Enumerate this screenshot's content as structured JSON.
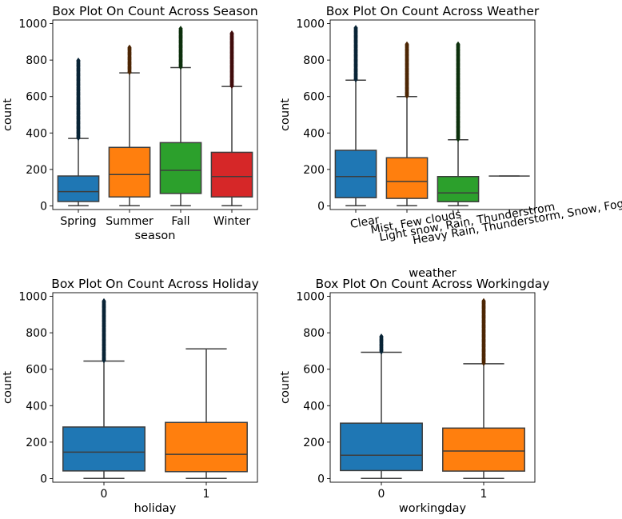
{
  "chart_data": [
    {
      "type": "box",
      "title": "Box Plot On Count Across Season",
      "xlabel": "season",
      "ylabel": "count",
      "ylim": [
        -20,
        1020
      ],
      "yticks": [
        0,
        200,
        400,
        600,
        800,
        1000
      ],
      "categories": [
        "Spring",
        "Summer",
        "Fall",
        "Winter"
      ],
      "colors": [
        "#1f77b4",
        "#ff7f0e",
        "#2ca02c",
        "#d62728"
      ],
      "boxes": [
        {
          "min": 1,
          "q1": 24,
          "median": 78,
          "q3": 164,
          "max": 370,
          "outliers_from": 372,
          "outliers_to": 801
        },
        {
          "min": 1,
          "q1": 49,
          "median": 172,
          "q3": 321,
          "max": 730,
          "outliers_from": 733,
          "outliers_to": 873
        },
        {
          "min": 1,
          "q1": 68,
          "median": 195,
          "q3": 347,
          "max": 759,
          "outliers_from": 762,
          "outliers_to": 977
        },
        {
          "min": 1,
          "q1": 49,
          "median": 161,
          "q3": 294,
          "max": 655,
          "outliers_from": 658,
          "outliers_to": 948
        }
      ]
    },
    {
      "type": "box",
      "title": "Box Plot On Count Across Weather",
      "xlabel": "weather",
      "ylabel": "count",
      "ylim": [
        -20,
        1020
      ],
      "yticks": [
        0,
        200,
        400,
        600,
        800,
        1000
      ],
      "categories": [
        "Clear",
        "Mist, Few clouds",
        "Light snow, Rain, Thunderstrom",
        "Heavy Rain, Thunderstorm, Snow, Fog"
      ],
      "colors": [
        "#1f77b4",
        "#ff7f0e",
        "#2ca02c",
        "#d62728"
      ],
      "boxes": [
        {
          "min": 1,
          "q1": 45,
          "median": 161,
          "q3": 305,
          "max": 690,
          "outliers_from": 693,
          "outliers_to": 977
        },
        {
          "min": 1,
          "q1": 41,
          "median": 134,
          "q3": 264,
          "max": 600,
          "outliers_from": 603,
          "outliers_to": 890
        },
        {
          "min": 1,
          "q1": 23,
          "median": 71,
          "q3": 161,
          "max": 363,
          "outliers_from": 366,
          "outliers_to": 891
        },
        {
          "min": 164,
          "q1": 164,
          "median": 164,
          "q3": 164,
          "max": 164,
          "outliers_from": null,
          "outliers_to": null
        }
      ]
    },
    {
      "type": "box",
      "title": "Box Plot On Count Across Holiday",
      "xlabel": "holiday",
      "ylabel": "count",
      "ylim": [
        -20,
        1020
      ],
      "yticks": [
        0,
        200,
        400,
        600,
        800,
        1000
      ],
      "categories": [
        "0",
        "1"
      ],
      "colors": [
        "#1f77b4",
        "#ff7f0e"
      ],
      "boxes": [
        {
          "min": 1,
          "q1": 42,
          "median": 145,
          "q3": 283,
          "max": 645,
          "outliers_from": 648,
          "outliers_to": 977
        },
        {
          "min": 1,
          "q1": 38,
          "median": 133,
          "q3": 308,
          "max": 712,
          "outliers_from": null,
          "outliers_to": null
        }
      ]
    },
    {
      "type": "box",
      "title": "Box Plot On Count Across Workingday",
      "xlabel": "workingday",
      "ylabel": "count",
      "ylim": [
        -20,
        1020
      ],
      "yticks": [
        0,
        200,
        400,
        600,
        800,
        1000
      ],
      "categories": [
        "0",
        "1"
      ],
      "colors": [
        "#1f77b4",
        "#ff7f0e"
      ],
      "boxes": [
        {
          "min": 1,
          "q1": 44,
          "median": 128,
          "q3": 304,
          "max": 693,
          "outliers_from": 696,
          "outliers_to": 783
        },
        {
          "min": 1,
          "q1": 41,
          "median": 151,
          "q3": 277,
          "max": 630,
          "outliers_from": 633,
          "outliers_to": 977
        }
      ]
    }
  ]
}
